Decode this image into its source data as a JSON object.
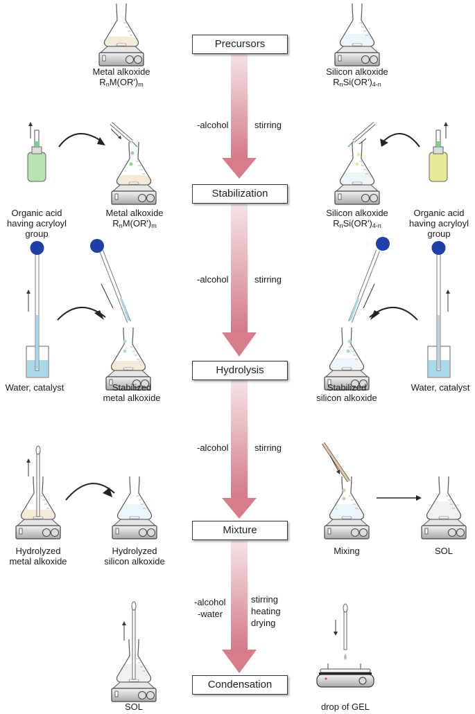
{
  "steps": [
    {
      "label": "Precursors"
    },
    {
      "label": "Stabilization"
    },
    {
      "label": "Hydrolysis"
    },
    {
      "label": "Mixture"
    },
    {
      "label": "Condensation"
    }
  ],
  "transitions": [
    {
      "left": [
        "-alcohol"
      ],
      "right": [
        "stirring"
      ]
    },
    {
      "left": [
        "-alcohol"
      ],
      "right": [
        "stirring"
      ]
    },
    {
      "left": [
        "-alcohol"
      ],
      "right": [
        "stirring"
      ]
    },
    {
      "left": [
        "-alcohol",
        "-water"
      ],
      "right": [
        "stirring",
        "heating",
        "drying"
      ]
    }
  ],
  "labels": {
    "precursor_metal": {
      "line1": "Metal alkoxide",
      "formula_base": "R",
      "formula_sub1": "n",
      "formula_mid": "M(OR')",
      "formula_sub2": "m"
    },
    "precursor_silicon": {
      "line1": "Silicon alkoxide",
      "formula_base": "R",
      "formula_sub1": "n",
      "formula_mid": "Si(OR')",
      "formula_sub2": "4-n"
    },
    "organic_acid_left": [
      "Organic acid",
      "having acryloyl",
      "group"
    ],
    "organic_acid_right": [
      "Organic acid",
      "having acryloyl",
      "group"
    ],
    "stab_metal": {
      "line1": "Metal alkoxide",
      "formula_base": "R",
      "formula_sub1": "n",
      "formula_mid": "M(OR')",
      "formula_sub2": "m"
    },
    "stab_silicon": {
      "line1": "Silicon alkoxide",
      "formula_base": "R",
      "formula_sub1": "n",
      "formula_mid": "Si(OR')",
      "formula_sub2": "4-n"
    },
    "water_left": "Water, catalyst",
    "water_right": "Water, catalyst",
    "stabilized_metal": [
      "Stabilized",
      "metal alkoxide"
    ],
    "stabilized_silicon": [
      "Stabilized",
      "silicon alkoxide"
    ],
    "hydrolyzed_metal": [
      "Hydrolyzed",
      "metal alkoxide"
    ],
    "hydrolyzed_silicon": [
      "Hydrolyzed",
      "silicon alkoxide"
    ],
    "mixing": "Mixing",
    "sol_right": "SOL",
    "sol_bottom": "SOL",
    "gel": "drop of GEL"
  },
  "colors": {
    "arrow_top": "#f3dfe2",
    "arrow_bottom": "#d97f8b",
    "metal_liquid": "#e7c9a0",
    "silicon_liquid": "#cfe6f0",
    "acid_green": "#b6e3b0",
    "acid_yellow": "#e6e89a",
    "pipette_bulb": "#1f3fa8",
    "water": "#a9d8ea",
    "sol_liquid": "#dcdcdc"
  }
}
